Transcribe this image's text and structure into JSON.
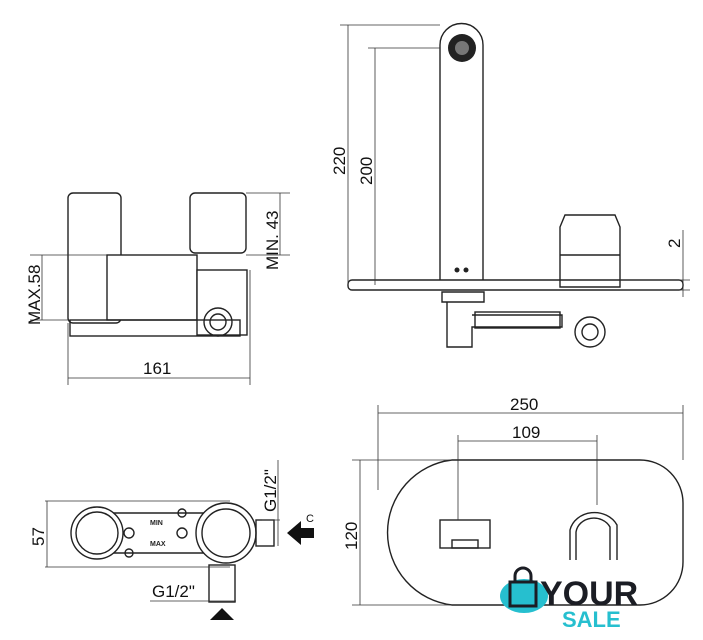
{
  "side_view": {
    "max_depth": "MAX.58",
    "min_depth": "MIN. 43",
    "width": "161"
  },
  "front_view": {
    "total_height": "220",
    "spout_height": "200",
    "plate_thickness": "2"
  },
  "plate_view": {
    "plate_width": "250",
    "spacing": "109",
    "plate_height": "120"
  },
  "body_view": {
    "depth": "57",
    "outlet_thread": "G1/2\"",
    "inlet_thread": "G1/2\"",
    "arrow_label": "C",
    "min_label": "MIN",
    "max_label": "MAX"
  },
  "logo": {
    "word1": "YOUR",
    "word2": "SALE",
    "colors": {
      "dark": "#1b1d24",
      "accent": "#26bfcf"
    }
  }
}
